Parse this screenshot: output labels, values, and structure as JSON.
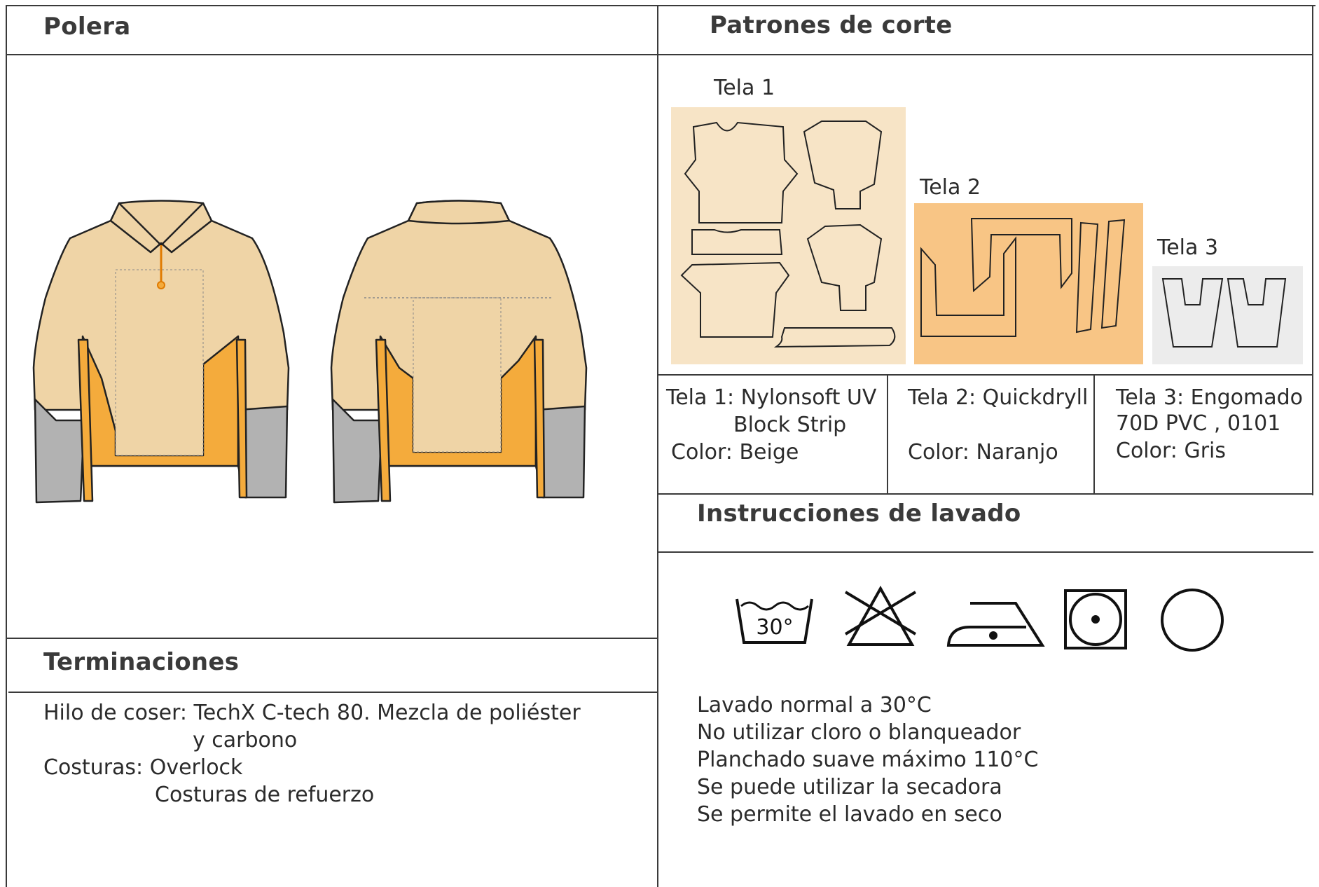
{
  "sections": {
    "garment_title": "Polera",
    "patterns_title": "Patrones de corte",
    "finishes_title": "Terminaciones",
    "washing_title": "Instrucciones de lavado"
  },
  "fabric_labels": [
    "Tela 1",
    "Tela 2",
    "Tela 3"
  ],
  "fabrics": [
    {
      "line1": "Tela 1: Nylonsoft UV",
      "line2": "Block Strip",
      "color": "Color: Beige"
    },
    {
      "line1": "Tela 2: Quickdryll",
      "line2": "",
      "color": "Color: Naranjo"
    },
    {
      "line1": "Tela 3: Engomado",
      "line2": "70D PVC , 0101",
      "color": "Color: Gris"
    }
  ],
  "finishes": {
    "thread_label": "Hilo de coser: TechX C-tech 80. Mezcla de poliéster",
    "thread_cont": "y carbono",
    "seams_label": "Costuras: Overlock",
    "seams_cont": "Costuras de refuerzo"
  },
  "wash_symbol_text": "30°",
  "wash_icons": [
    "wash-30-icon",
    "no-bleach-icon",
    "iron-low-icon",
    "tumble-dry-icon",
    "dry-clean-icon"
  ],
  "washing": [
    "Lavado normal a 30°C",
    "No utilizar cloro o blanqueador",
    "Planchado suave máximo 110°C",
    "Se puede utilizar la secadora",
    "Se permite el lavado en seco"
  ],
  "colors": {
    "beige": "#efd4a6",
    "orange": "#f4ab3c",
    "grey": "#b2b2b2",
    "tela1_bg": "#f7e4c6",
    "tela2_bg": "#f8c585",
    "tela3_bg": "#ececec",
    "lines": "#3a3a3a"
  }
}
